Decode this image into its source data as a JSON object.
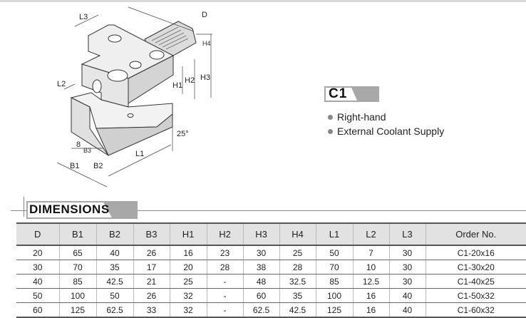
{
  "drawing": {
    "labels": {
      "L3": "L3",
      "D": "D",
      "H4": "H4",
      "H3": "H3",
      "H2": "H2",
      "H1": "H1",
      "L2": "L2",
      "angle": "25°",
      "dim8": "8",
      "B3": "B3",
      "B1": "B1",
      "B2": "B2",
      "L1": "L1"
    }
  },
  "product": {
    "code": "C1",
    "features": [
      "Right-hand",
      "External Coolant Supply"
    ]
  },
  "dimensions": {
    "title": "DIMENSIONS",
    "headers": [
      "D",
      "B1",
      "B2",
      "B3",
      "H1",
      "H2",
      "H3",
      "H4",
      "L1",
      "L2",
      "L3",
      "Order No."
    ],
    "rows": [
      [
        "20",
        "65",
        "40",
        "26",
        "16",
        "23",
        "30",
        "25",
        "50",
        "7",
        "30",
        "C1-20x16"
      ],
      [
        "30",
        "70",
        "35",
        "17",
        "20",
        "28",
        "38",
        "28",
        "70",
        "10",
        "30",
        "C1-30x20"
      ],
      [
        "40",
        "85",
        "42.5",
        "21",
        "25",
        "-",
        "48",
        "32.5",
        "85",
        "12.5",
        "30",
        "C1-40x25"
      ],
      [
        "50",
        "100",
        "50",
        "26",
        "32",
        "-",
        "60",
        "35",
        "100",
        "16",
        "40",
        "C1-50x32"
      ],
      [
        "60",
        "125",
        "62.5",
        "33",
        "32",
        "-",
        "62.5",
        "42.5",
        "125",
        "16",
        "40",
        "C1-60x32"
      ]
    ]
  }
}
